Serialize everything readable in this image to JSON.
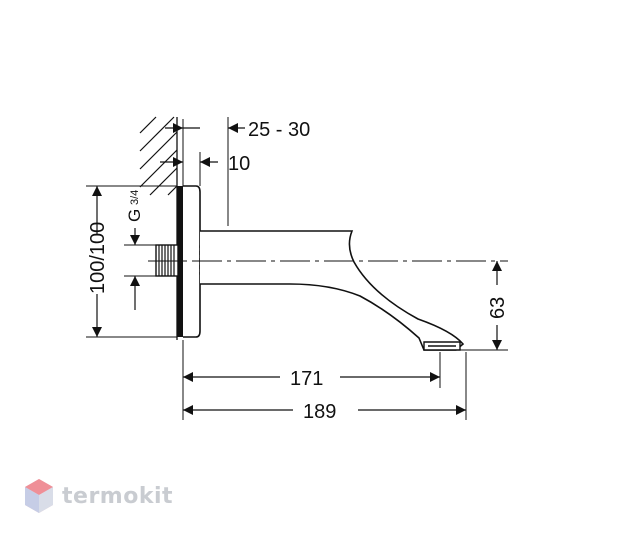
{
  "dimensions": {
    "wall_gap": "25 - 30",
    "plate_gap": "10",
    "thread": "G",
    "thread_fraction": "3/4",
    "height_left": "100/100",
    "height_right": "63",
    "projection_outlet": "171",
    "projection_total": "189"
  },
  "watermark": {
    "brand": "termokit"
  }
}
